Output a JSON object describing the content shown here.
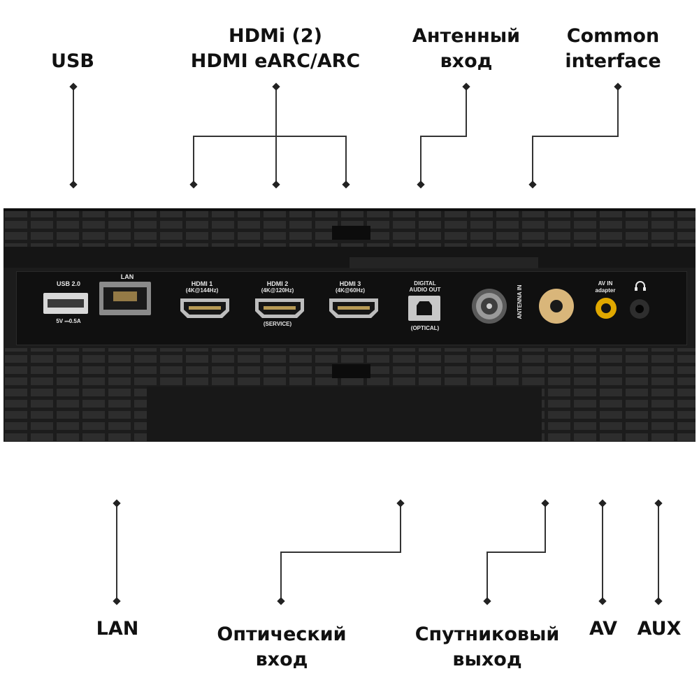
{
  "callouts_top": {
    "usb": [
      "USB"
    ],
    "hdmi": [
      "HDMi (2)",
      "HDMI eARC/ARC"
    ],
    "antenna": [
      "Антенный",
      "вход"
    ],
    "ci": [
      "Common",
      "interface"
    ]
  },
  "callouts_bottom": {
    "lan": [
      "LAN"
    ],
    "optical": [
      "Оптический",
      "вход"
    ],
    "satellite": [
      "Спутниковый",
      "выход"
    ],
    "av": [
      "AV"
    ],
    "aux": [
      "AUX"
    ]
  },
  "panel_labels": {
    "usb": "USB 2.0",
    "usb_power": "5V ⎓0.5A",
    "lan": "LAN",
    "hdmi1": "HDMI 1",
    "hdmi1_spec": "(4K@144Hz)",
    "hdmi2": "HDMI 2",
    "hdmi2_spec": "(4K@120Hz)",
    "hdmi2_note": "(SERVICE)",
    "hdmi3": "HDMI 3",
    "hdmi3_spec": "(4K@60Hz)",
    "optical_1": "DIGITAL",
    "optical_2": "AUDIO OUT",
    "optical_3": "(OPTICAL)",
    "antenna": "ANTENNA IN",
    "av_in": "AV IN",
    "av_adapter": "adapter"
  },
  "icons": {
    "headphones": "headphones-icon"
  },
  "colors": {
    "panel": "#1c1c1c",
    "plate": "#101010",
    "grid_block": "#2b2b2b",
    "connector_gold": "#d4b070",
    "av_yellow": "#e0a800"
  }
}
